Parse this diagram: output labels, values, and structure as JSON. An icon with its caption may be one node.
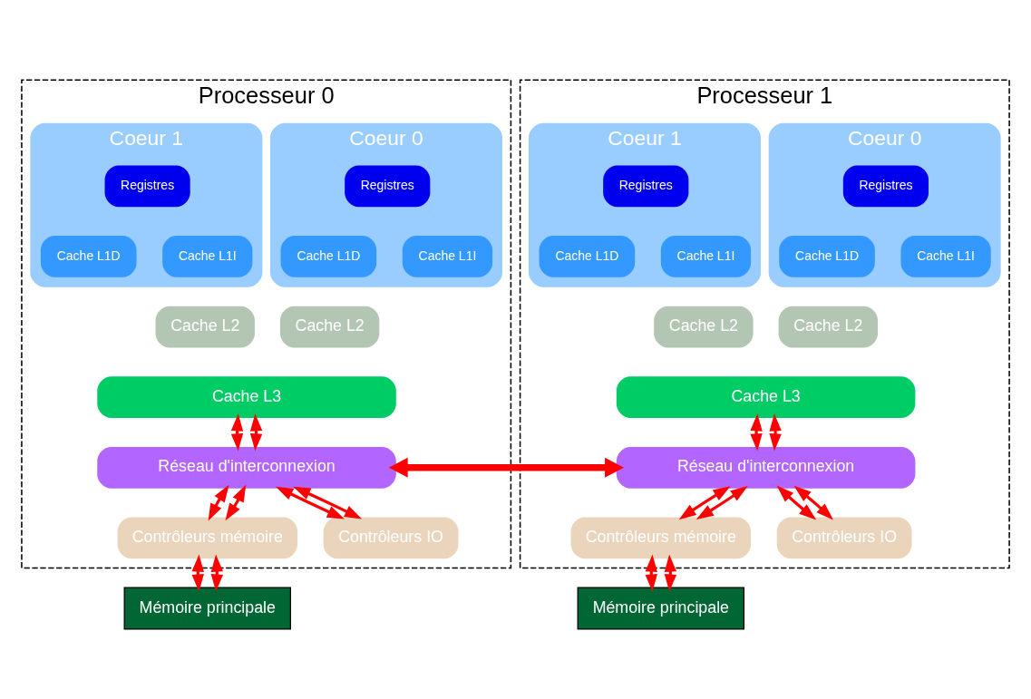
{
  "diagram": {
    "nodes": [
      {
        "text": [
          "Processeur 0"
        ]
      },
      {
        "text": [
          "Coeur 0"
        ],
        "in": 0
      },
      {
        "text": [
          "Registres"
        ],
        "in": 1
      },
      {
        "text": [
          "Cache L1D"
        ],
        "in": 1
      },
      {
        "text": [
          "Cache L1I"
        ],
        "in": 1
      },
      {
        "text": [
          "Coeur 1"
        ],
        "in": 0
      },
      {
        "text": [
          "Registres"
        ],
        "in": 5
      },
      {
        "text": [
          "Cache L1D"
        ],
        "in": 5
      },
      {
        "text": [
          "Cache L1I"
        ],
        "in": 5
      },
      {
        "text": [
          "Cache L2"
        ],
        "in": 0
      },
      {
        "text": [
          "Cache L2"
        ],
        "in": 0
      },
      {
        "text": [
          "Cache L3"
        ],
        "in": 0
      },
      {
        "text": [
          "Réseau d'interconnexion"
        ],
        "in": 0
      },
      {
        "text": [
          "Contrôleurs mémoire"
        ],
        "in": 0
      },
      {
        "text": [
          "Contrôleurs IO"
        ],
        "in": 0
      },
      {
        "text": [
          "Mémoire principale"
        ]
      },
      {
        "text": [
          "Processeur 1"
        ]
      },
      {
        "text": [
          "Coeur 0"
        ],
        "in": 16
      },
      {
        "text": [
          "Registres"
        ],
        "in": 17
      },
      {
        "text": [
          "Cache L1D"
        ],
        "in": 17
      },
      {
        "text": [
          "Cache L1I"
        ],
        "in": 17
      },
      {
        "text": [
          "Coeur 1"
        ],
        "in": 16
      },
      {
        "text": [
          "Registres"
        ],
        "in": 21
      },
      {
        "text": [
          "Cache L1D"
        ],
        "in": 21
      },
      {
        "text": [
          "Cache L1I"
        ],
        "in": 21
      },
      {
        "text": [
          "Cache L2"
        ],
        "in": 16
      },
      {
        "text": [
          "Cache L2"
        ],
        "in": 16
      },
      {
        "text": [
          "Cache L3"
        ],
        "in": 16
      },
      {
        "text": [
          "Réseau d'interconnexion"
        ],
        "in": 16
      },
      {
        "text": [
          "Contrôleurs mémoire"
        ],
        "in": 16
      },
      {
        "text": [
          "Contrôleurs IO"
        ],
        "in": 16
      },
      {
        "text": [
          "Mémoire principale"
        ]
      }
    ],
    "edges": [
      {
        "from": 11,
        "to": 12,
        "arrow": "both"
      },
      {
        "from": 11,
        "to": 12,
        "arrow": "both"
      },
      {
        "from": 12,
        "to": 13,
        "arrow": "both"
      },
      {
        "from": 12,
        "to": 13,
        "arrow": "both"
      },
      {
        "from": 12,
        "to": 14,
        "arrow": "both"
      },
      {
        "from": 12,
        "to": 14,
        "arrow": "both"
      },
      {
        "from": 13,
        "to": 15,
        "arrow": "both"
      },
      {
        "from": 13,
        "to": 15,
        "arrow": "both"
      },
      {
        "from": 27,
        "to": 28,
        "arrow": "both"
      },
      {
        "from": 27,
        "to": 28,
        "arrow": "both"
      },
      {
        "from": 28,
        "to": 29,
        "arrow": "both"
      },
      {
        "from": 28,
        "to": 29,
        "arrow": "both"
      },
      {
        "from": 28,
        "to": 30,
        "arrow": "both"
      },
      {
        "from": 28,
        "to": 30,
        "arrow": "both"
      },
      {
        "from": 29,
        "to": 31,
        "arrow": "both"
      },
      {
        "from": 29,
        "to": 31,
        "arrow": "both"
      },
      {
        "from": 12,
        "to": 28,
        "arrow": "both",
        "style": "thick"
      }
    ]
  }
}
